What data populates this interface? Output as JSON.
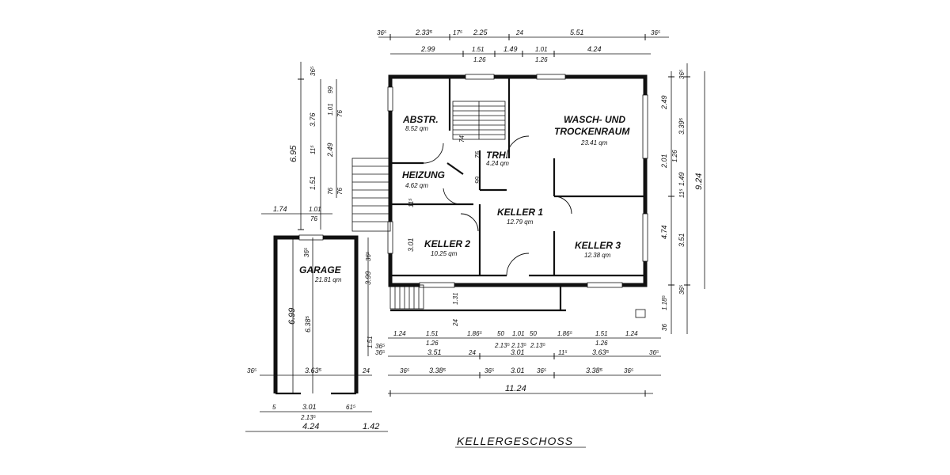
{
  "title": "KELLERGESCHOSS",
  "rooms": [
    {
      "name": "ABSTR.",
      "area": "8.52 qm"
    },
    {
      "name": "WASCH-  UND",
      "name2": "TROCKENRAUM",
      "area": "23.41 qm"
    },
    {
      "name": "TRH.",
      "area": "4.24 qm"
    },
    {
      "name": "HEIZUNG",
      "area": "4.62 qm"
    },
    {
      "name": "KELLER 1",
      "area": "12.79 qm"
    },
    {
      "name": "KELLER 2",
      "area": "10.25 qm"
    },
    {
      "name": "KELLER 3",
      "area": "12.38 qm"
    },
    {
      "name": "GARAGE",
      "area": "21.81 qm"
    }
  ],
  "top_dims": {
    "row1": [
      "36⁵",
      "2.33⁵",
      "17⁵",
      "2.25",
      "24",
      "5.51",
      "36⁵"
    ],
    "row2": [
      "2.99",
      "1.51",
      "1.26",
      "1.49",
      "1.01",
      "1.26",
      "4.24"
    ]
  },
  "bottom_dims": {
    "row1": [
      "1.24",
      "1.51",
      "1.26",
      "1.86⁵",
      "50",
      "1.01",
      "50",
      "2.13⁵",
      "2.13⁵",
      "2.13⁵",
      "1.86⁵",
      "1.51",
      "1.26",
      "1.24"
    ],
    "row2": [
      "36⁵",
      "3.51",
      "24",
      "3.01",
      "11⁵",
      "3.63⁵",
      "36⁵"
    ],
    "row3": [
      "36⁵",
      "3.38⁵",
      "36⁵",
      "3.01",
      "36⁵",
      "3.38⁵",
      "36⁵"
    ],
    "total": "11.24"
  },
  "right_dims": {
    "inner": [
      "2.49",
      "2.01",
      "1.26",
      "4.74",
      "1.18⁵",
      "36"
    ],
    "mid": [
      "3.39⁵",
      "1.49",
      "11⁵",
      "3.51",
      "36⁵"
    ],
    "outer": [
      "36⁵",
      "9.24"
    ]
  },
  "left_dims": {
    "outer": [
      "6.95"
    ],
    "inner": [
      "36⁵",
      "3.76",
      "1.51",
      "11⁵",
      "99",
      "1.01",
      "76",
      "2.49",
      "76",
      "76"
    ],
    "garage_side": [
      "1.74",
      "1.01",
      "76",
      "36⁵"
    ]
  },
  "garage_dims": {
    "left": [
      "6.99"
    ],
    "inner": [
      "6.38⁵",
      "36⁵",
      "3.99"
    ],
    "bottom_inner": [
      "36⁵",
      "3.63⁵",
      "24"
    ],
    "bottom": [
      "5",
      "3.01",
      "2.13⁵",
      "61⁵"
    ],
    "total": [
      "4.24",
      "1.42"
    ]
  },
  "misc_dims": [
    "74",
    "76",
    "99",
    "11⁵",
    "3.01",
    "1.31",
    "24",
    "1.51",
    "36⁵"
  ]
}
